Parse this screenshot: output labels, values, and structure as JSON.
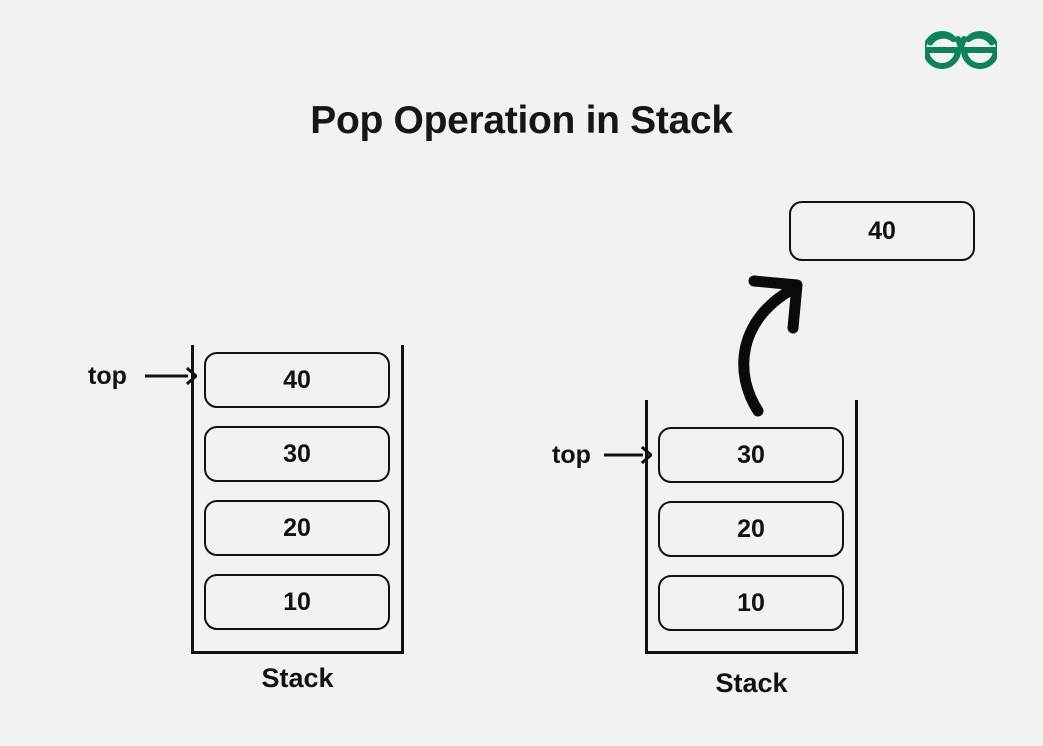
{
  "page": {
    "background_color": "#f2f2f2",
    "title": "Pop Operation in Stack"
  },
  "logo": {
    "name": "geeksforgeeks-logo",
    "color": "#0b8457"
  },
  "diagram": {
    "before": {
      "caption": "Stack",
      "pointer_label": "top",
      "cells": [
        {
          "value": "40"
        },
        {
          "value": "30"
        },
        {
          "value": "20"
        },
        {
          "value": "10"
        }
      ]
    },
    "after": {
      "caption": "Stack",
      "pointer_label": "top",
      "cells": [
        {
          "value": "30"
        },
        {
          "value": "20"
        },
        {
          "value": "10"
        }
      ]
    },
    "popped": {
      "value": "40"
    },
    "stroke_color": "#111111"
  }
}
